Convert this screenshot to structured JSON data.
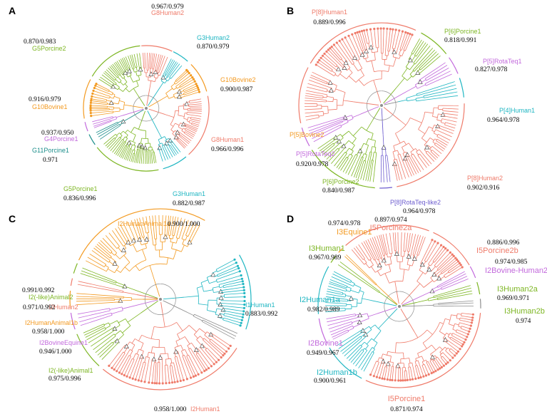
{
  "colors": {
    "orange": "#f39a21",
    "salmon": "#ef7b6a",
    "green": "#7db623",
    "cyan": "#1fb6c2",
    "purple": "#c269dc",
    "indigo": "#6d5dcf",
    "teal": "#1e8f8c",
    "gray": "#8e8e8e"
  },
  "panels": [
    {
      "label": "A",
      "clusters": [
        {
          "name": "G8Human2",
          "value": "0.967/0.979",
          "color": "salmon"
        },
        {
          "name": "G3Human2",
          "value": "0.870/0.979",
          "color": "cyan"
        },
        {
          "name": "G10Bovine2",
          "value": "0.900/0.987",
          "color": "orange"
        },
        {
          "name": "G8Human1",
          "value": "0.966/0.996",
          "color": "salmon"
        },
        {
          "name": "G3Human1",
          "value": "0.882/0.987",
          "color": "cyan"
        },
        {
          "name": "G5Porcine1",
          "value": "0.836/0.996",
          "color": "green"
        },
        {
          "name": "G11Porcine1",
          "value": "0.971",
          "color": "teal"
        },
        {
          "name": "G4Porcine1",
          "value": "0.937/0.950",
          "color": "purple"
        },
        {
          "name": "G10Bovine1",
          "value": "0.916/0.979",
          "color": "orange"
        },
        {
          "name": "G5Porcine2",
          "value": "0.870/0.983",
          "color": "green"
        }
      ]
    },
    {
      "label": "B",
      "clusters": [
        {
          "name": "P[8]Human1",
          "value": "0.889/0.996",
          "color": "salmon"
        },
        {
          "name": "P[6]Porcine1",
          "value": "0.818/0.991",
          "color": "green"
        },
        {
          "name": "P[5]RotaTeq1",
          "value": "0.827/0.978",
          "color": "purple"
        },
        {
          "name": "P[4]Human1",
          "value": "0.964/0.978",
          "color": "cyan"
        },
        {
          "name": "P[8]Human2",
          "value": "0.902/0.916",
          "color": "salmon"
        },
        {
          "name": "P[8]RotaTeq-like2",
          "value": "0.964/0.978",
          "color": "indigo"
        },
        {
          "name": "P[6]Porcine2",
          "value": "0.840/0.987",
          "color": "green"
        },
        {
          "name": "P[5]RotaTeq2",
          "value": "0.920/0.978",
          "color": "purple"
        },
        {
          "name": "P[5]Bovine2",
          "value": "",
          "color": "orange"
        }
      ]
    },
    {
      "label": "C",
      "clusters": [
        {
          "name": "I2HumanAnimal1a",
          "value": "0.900/1.000",
          "color": "orange"
        },
        {
          "name": "I1Human1",
          "value": "0.883/0.992",
          "color": "cyan"
        },
        {
          "name": "I2Human1",
          "value": "0.958/1.000",
          "color": "salmon"
        },
        {
          "name": "I2(-like)Animal1",
          "value": "0.975/0.996",
          "color": "green"
        },
        {
          "name": "I2BovineEquine1",
          "value": "0.946/1.000",
          "color": "purple"
        },
        {
          "name": "I2HumanAnimal1b",
          "value": "0.958/1.000",
          "color": "orange"
        },
        {
          "name": "I2Human2",
          "value": "0.971/0.992",
          "color": "salmon"
        },
        {
          "name": "I2(-like)Animal2",
          "value": "0.991/0.992",
          "color": "green"
        }
      ]
    },
    {
      "label": "D",
      "clusters": [
        {
          "name": "I5Porcine2a",
          "value": "0.897/0.974",
          "color": "salmon"
        },
        {
          "name": "I5Porcine2b",
          "value": "0.886/0.996",
          "color": "salmon"
        },
        {
          "name": "I2Bovine-Human2",
          "value": "0.974/0.985",
          "color": "purple"
        },
        {
          "name": "I3Human2a",
          "value": "0.969/0.971",
          "color": "green"
        },
        {
          "name": "I3Human2b",
          "value": "0.974",
          "color": "green"
        },
        {
          "name": "I5Porcine1",
          "value": "0.871/0.974",
          "color": "salmon"
        },
        {
          "name": "I2Human1b",
          "value": "0.900/0.961",
          "color": "cyan"
        },
        {
          "name": "I2Bovine1",
          "value": "0.949/0.967",
          "color": "purple"
        },
        {
          "name": "I2Human1a",
          "value": "0.982/0.989",
          "color": "cyan"
        },
        {
          "name": "I3Human1",
          "value": "0.967/0.989",
          "color": "green"
        },
        {
          "name": "I3Equine1",
          "value": "0.974/0.978",
          "color": "orange"
        }
      ]
    }
  ]
}
